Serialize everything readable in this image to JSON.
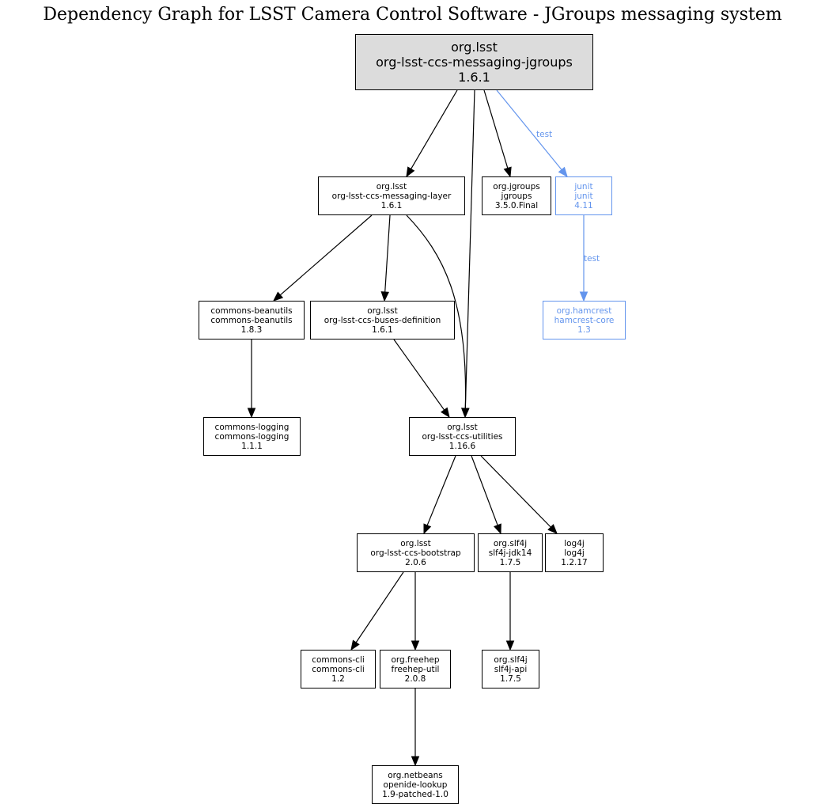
{
  "title": "Dependency Graph for LSST Camera Control Software - JGroups messaging system",
  "colors": {
    "default": "#000000",
    "test": "#6495ed",
    "root_fill": "#dcdcdc"
  },
  "nodes": {
    "root": {
      "group": "org.lsst",
      "artifact": "org-lsst-ccs-messaging-jgroups",
      "version": "1.6.1",
      "scope": "root"
    },
    "messaging_layer": {
      "group": "org.lsst",
      "artifact": "org-lsst-ccs-messaging-layer",
      "version": "1.6.1",
      "scope": "compile"
    },
    "jgroups": {
      "group": "org.jgroups",
      "artifact": "jgroups",
      "version": "3.5.0.Final",
      "scope": "compile"
    },
    "junit": {
      "group": "junit",
      "artifact": "junit",
      "version": "4.11",
      "scope": "test"
    },
    "beanutils": {
      "group": "commons-beanutils",
      "artifact": "commons-beanutils",
      "version": "1.8.3",
      "scope": "compile"
    },
    "buses_definition": {
      "group": "org.lsst",
      "artifact": "org-lsst-ccs-buses-definition",
      "version": "1.6.1",
      "scope": "compile"
    },
    "hamcrest": {
      "group": "org.hamcrest",
      "artifact": "hamcrest-core",
      "version": "1.3",
      "scope": "test"
    },
    "logging": {
      "group": "commons-logging",
      "artifact": "commons-logging",
      "version": "1.1.1",
      "scope": "compile"
    },
    "utilities": {
      "group": "org.lsst",
      "artifact": "org-lsst-ccs-utilities",
      "version": "1.16.6",
      "scope": "compile"
    },
    "bootstrap": {
      "group": "org.lsst",
      "artifact": "org-lsst-ccs-bootstrap",
      "version": "2.0.6",
      "scope": "compile"
    },
    "slf4j_jdk14": {
      "group": "org.slf4j",
      "artifact": "slf4j-jdk14",
      "version": "1.7.5",
      "scope": "compile"
    },
    "log4j": {
      "group": "log4j",
      "artifact": "log4j",
      "version": "1.2.17",
      "scope": "compile"
    },
    "commons_cli": {
      "group": "commons-cli",
      "artifact": "commons-cli",
      "version": "1.2",
      "scope": "compile"
    },
    "freehep_util": {
      "group": "org.freehep",
      "artifact": "freehep-util",
      "version": "2.0.8",
      "scope": "compile"
    },
    "slf4j_api": {
      "group": "org.slf4j",
      "artifact": "slf4j-api",
      "version": "1.7.5",
      "scope": "compile"
    },
    "openide_lookup": {
      "group": "org.netbeans",
      "artifact": "openide-lookup",
      "version": "1.9-patched-1.0",
      "scope": "compile"
    }
  },
  "edges": [
    {
      "from": "root",
      "to": "messaging_layer",
      "scope": "compile",
      "label": ""
    },
    {
      "from": "root",
      "to": "utilities",
      "scope": "compile",
      "label": ""
    },
    {
      "from": "root",
      "to": "jgroups",
      "scope": "compile",
      "label": ""
    },
    {
      "from": "root",
      "to": "junit",
      "scope": "test",
      "label": "test"
    },
    {
      "from": "messaging_layer",
      "to": "beanutils",
      "scope": "compile",
      "label": ""
    },
    {
      "from": "messaging_layer",
      "to": "buses_definition",
      "scope": "compile",
      "label": ""
    },
    {
      "from": "messaging_layer",
      "to": "utilities",
      "scope": "compile",
      "label": ""
    },
    {
      "from": "junit",
      "to": "hamcrest",
      "scope": "test",
      "label": "test"
    },
    {
      "from": "beanutils",
      "to": "logging",
      "scope": "compile",
      "label": ""
    },
    {
      "from": "buses_definition",
      "to": "utilities",
      "scope": "compile",
      "label": ""
    },
    {
      "from": "utilities",
      "to": "bootstrap",
      "scope": "compile",
      "label": ""
    },
    {
      "from": "utilities",
      "to": "slf4j_jdk14",
      "scope": "compile",
      "label": ""
    },
    {
      "from": "utilities",
      "to": "log4j",
      "scope": "compile",
      "label": ""
    },
    {
      "from": "bootstrap",
      "to": "commons_cli",
      "scope": "compile",
      "label": ""
    },
    {
      "from": "bootstrap",
      "to": "freehep_util",
      "scope": "compile",
      "label": ""
    },
    {
      "from": "slf4j_jdk14",
      "to": "slf4j_api",
      "scope": "compile",
      "label": ""
    },
    {
      "from": "freehep_util",
      "to": "openide_lookup",
      "scope": "compile",
      "label": ""
    }
  ]
}
